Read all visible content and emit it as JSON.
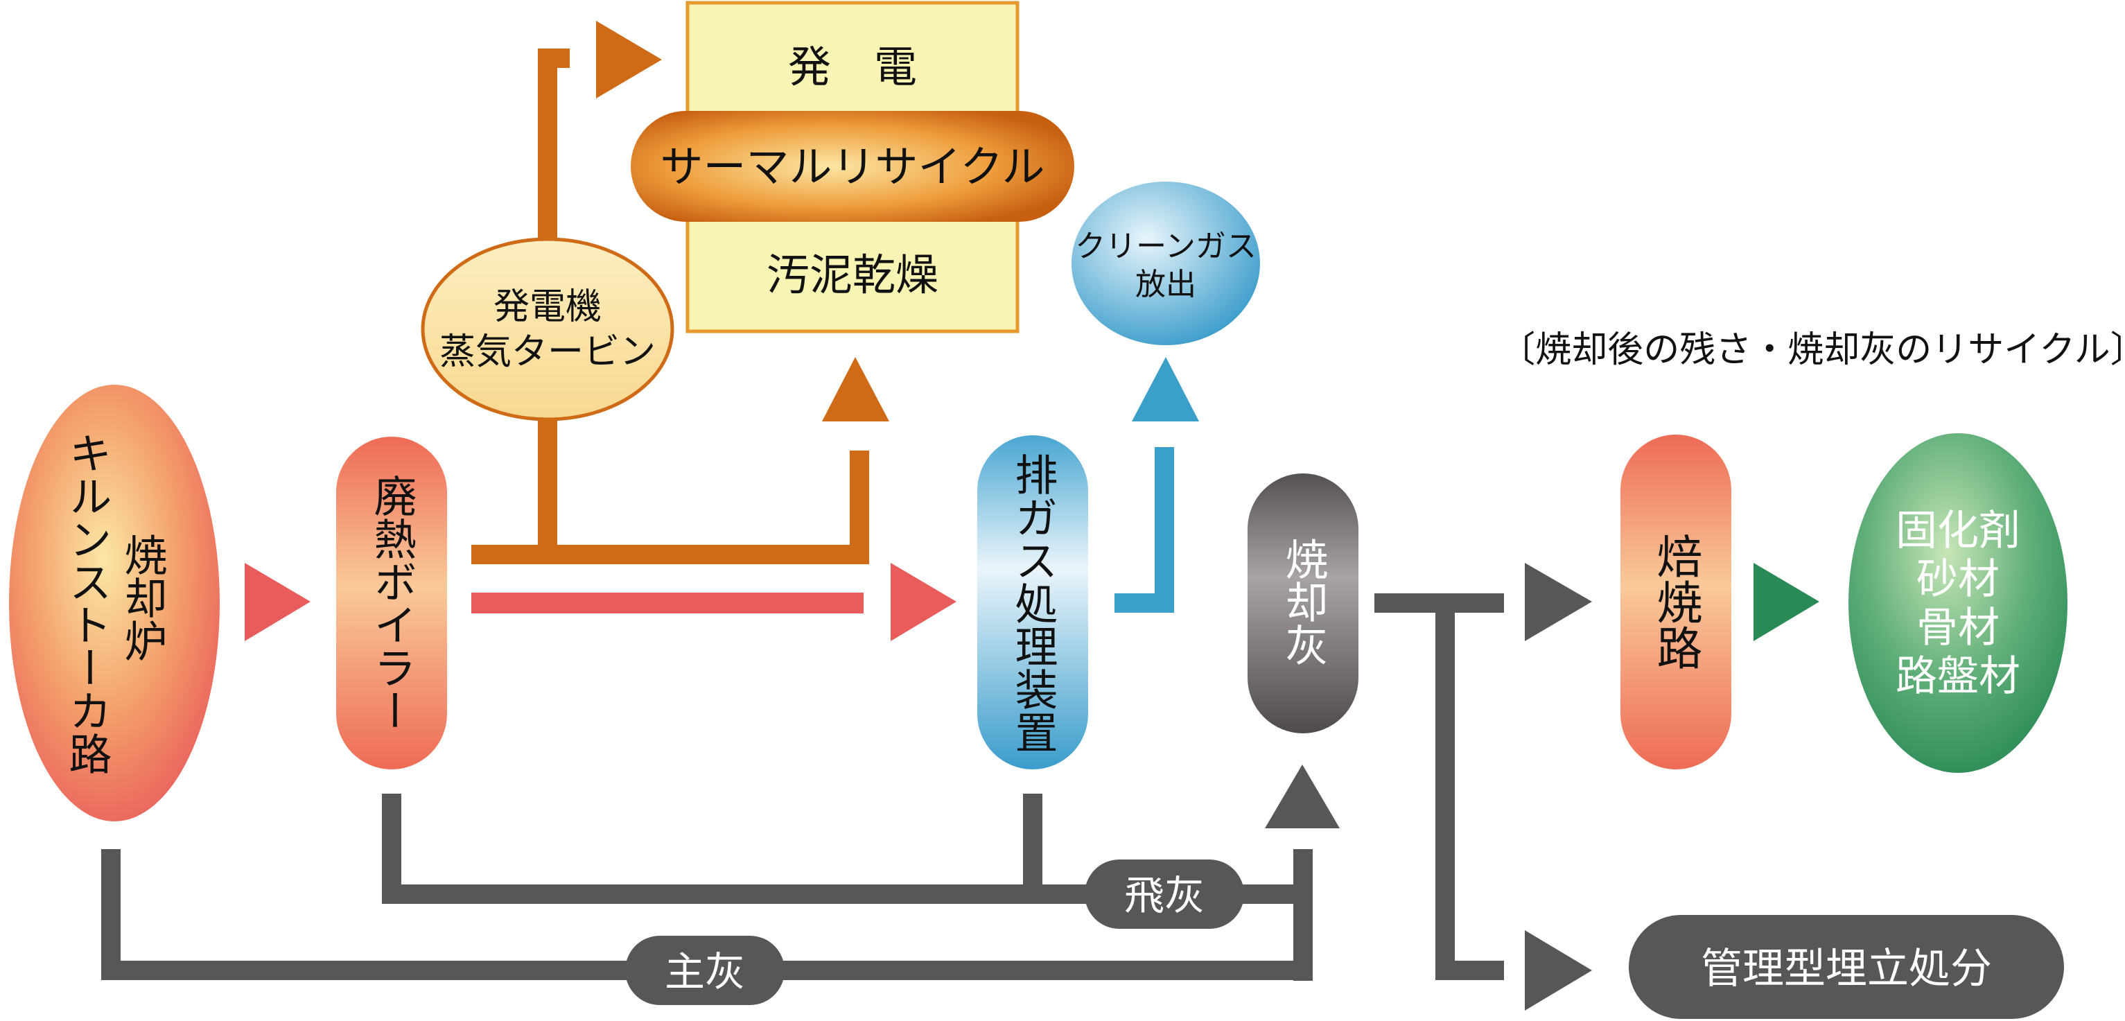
{
  "title": "〔焼却後の残さ・焼却灰のリサイクル〕",
  "nodes": {
    "incinerator": {
      "line1": "焼却炉",
      "line2": "キルンストーカ路"
    },
    "boiler": {
      "label": "廃熱ボイラー"
    },
    "turbine": {
      "line1": "発電機",
      "line2": "蒸気タービン"
    },
    "usage_box": {
      "top": "発　電",
      "middle": "サーマルリサイクル",
      "bottom": "汚泥乾燥"
    },
    "gas_treatment": {
      "label": "排ガス処理装置"
    },
    "clean_gas": {
      "line1": "クリーンガス",
      "line2": "放出"
    },
    "ash": {
      "label": "焼却灰"
    },
    "roaster": {
      "label": "焙焼路"
    },
    "products": {
      "lines": [
        "固化剤",
        "砂材",
        "骨材",
        "路盤材"
      ]
    },
    "landfill": {
      "label": "管理型埋立処分"
    }
  },
  "labels": {
    "fly_ash": "飛灰",
    "main_ash": "主灰"
  },
  "colors": {
    "orange": "#cf6a17",
    "red": "#e85c5c",
    "blue": "#3aa0c9",
    "gray": "#595657",
    "green": "#2a8a55",
    "box_fill": "#f7f4b4",
    "box_border": "#e69a2d"
  }
}
